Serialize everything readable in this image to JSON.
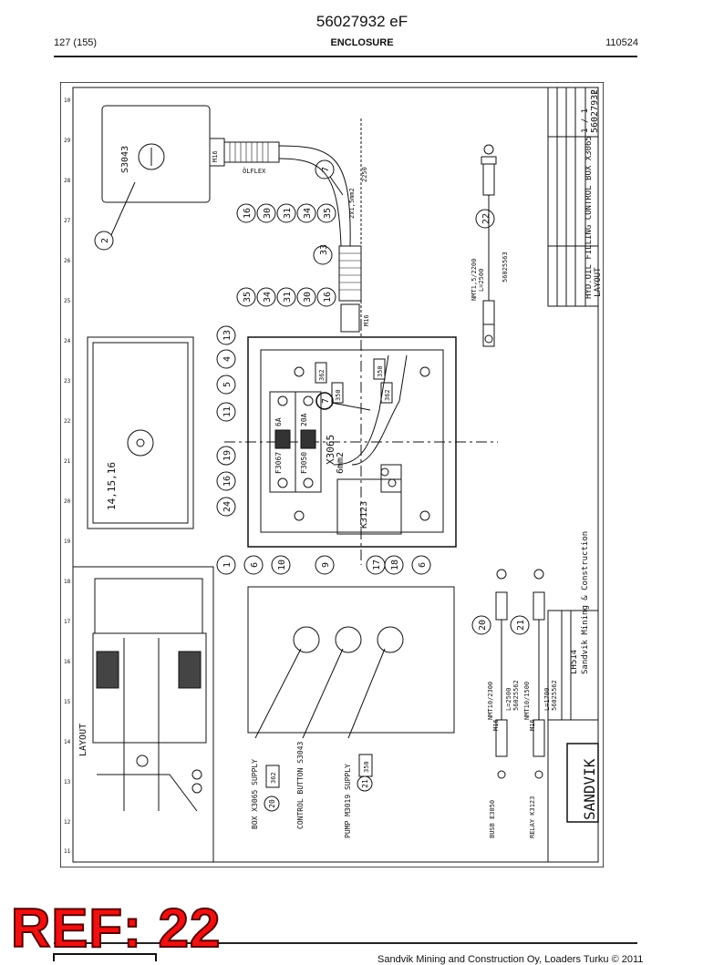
{
  "header": {
    "doc_number": "56027932 eF",
    "page": "127 (155)",
    "section": "ENCLOSURE",
    "date_code": "110524"
  },
  "drawing": {
    "title_block": {
      "title": "HYD.OIL FILLING CONTROL BOX X3065",
      "subtitle": "LAYOUT",
      "drawing_number": "56027932",
      "revision": "F",
      "sheet": "1 / 1",
      "machine": "LH514",
      "company": "Sandvik Mining & Construction",
      "logo": "SANDVIK"
    },
    "layout_label": "LAYOUT",
    "components": {
      "s3043": "S3043",
      "x3065": "X3065",
      "k3123": "K3123",
      "f3067": "F3067",
      "f3050": "F3050",
      "fuse_6a": "6A",
      "fuse_20a": "20A",
      "wire_6mm2": "6mm2",
      "conn_m16_a": "M16",
      "conn_m16_b": "M16",
      "cable_ref": "ÖLFLEX",
      "cable_len": "2250",
      "dim_2x1": "2x1,5mm2",
      "box_label": "14,15,16"
    },
    "balloons_top": [
      "16",
      "30",
      "31",
      "34",
      "35"
    ],
    "balloons_mid": [
      "35",
      "34",
      "31",
      "30",
      "16"
    ],
    "balloon_33": "33",
    "balloon_7": "7",
    "balloon_2": "2",
    "balloon_22": "22",
    "balloons_left": [
      "13",
      "4",
      "5",
      "11",
      "19",
      "16",
      "24"
    ],
    "balloons_bottom": [
      "1",
      "6",
      "10",
      "9",
      "17",
      "18",
      "6"
    ],
    "balloons_cables": [
      "20",
      "21"
    ],
    "wire_tags": [
      "362",
      "350",
      "350",
      "362"
    ],
    "supply_labels": {
      "box_supply": "BOX X3065 SUPPLY",
      "control_button": "CONTROL BUTTON S3043",
      "pump_supply": "PUMP M3019 SUPPLY",
      "ref_box": "20",
      "tag_box": "362",
      "ref_pump": "21",
      "tag_pump": "350"
    },
    "cables": {
      "c22_spec": "NMT1,5/2200",
      "c22_len": "L=2500",
      "c22_part": "56025563",
      "c20_spec": "NMT10/2300",
      "c20_len": "L=2500",
      "c20_part": "56025562",
      "c21_spec": "NMT10/1500",
      "c21_len": "L=1700",
      "c21_part": "56025562",
      "bus_label": "BUSB E3050",
      "relay_label": "RELAY K3123",
      "m16_1": "M16",
      "m16_2": "M16"
    }
  },
  "footer": {
    "text": "Sandvik Mining and Construction Oy, Loaders Turku © 2011"
  },
  "stamp": "REF: 22",
  "colors": {
    "stamp_fill": "#ee1111",
    "line": "#111111"
  }
}
